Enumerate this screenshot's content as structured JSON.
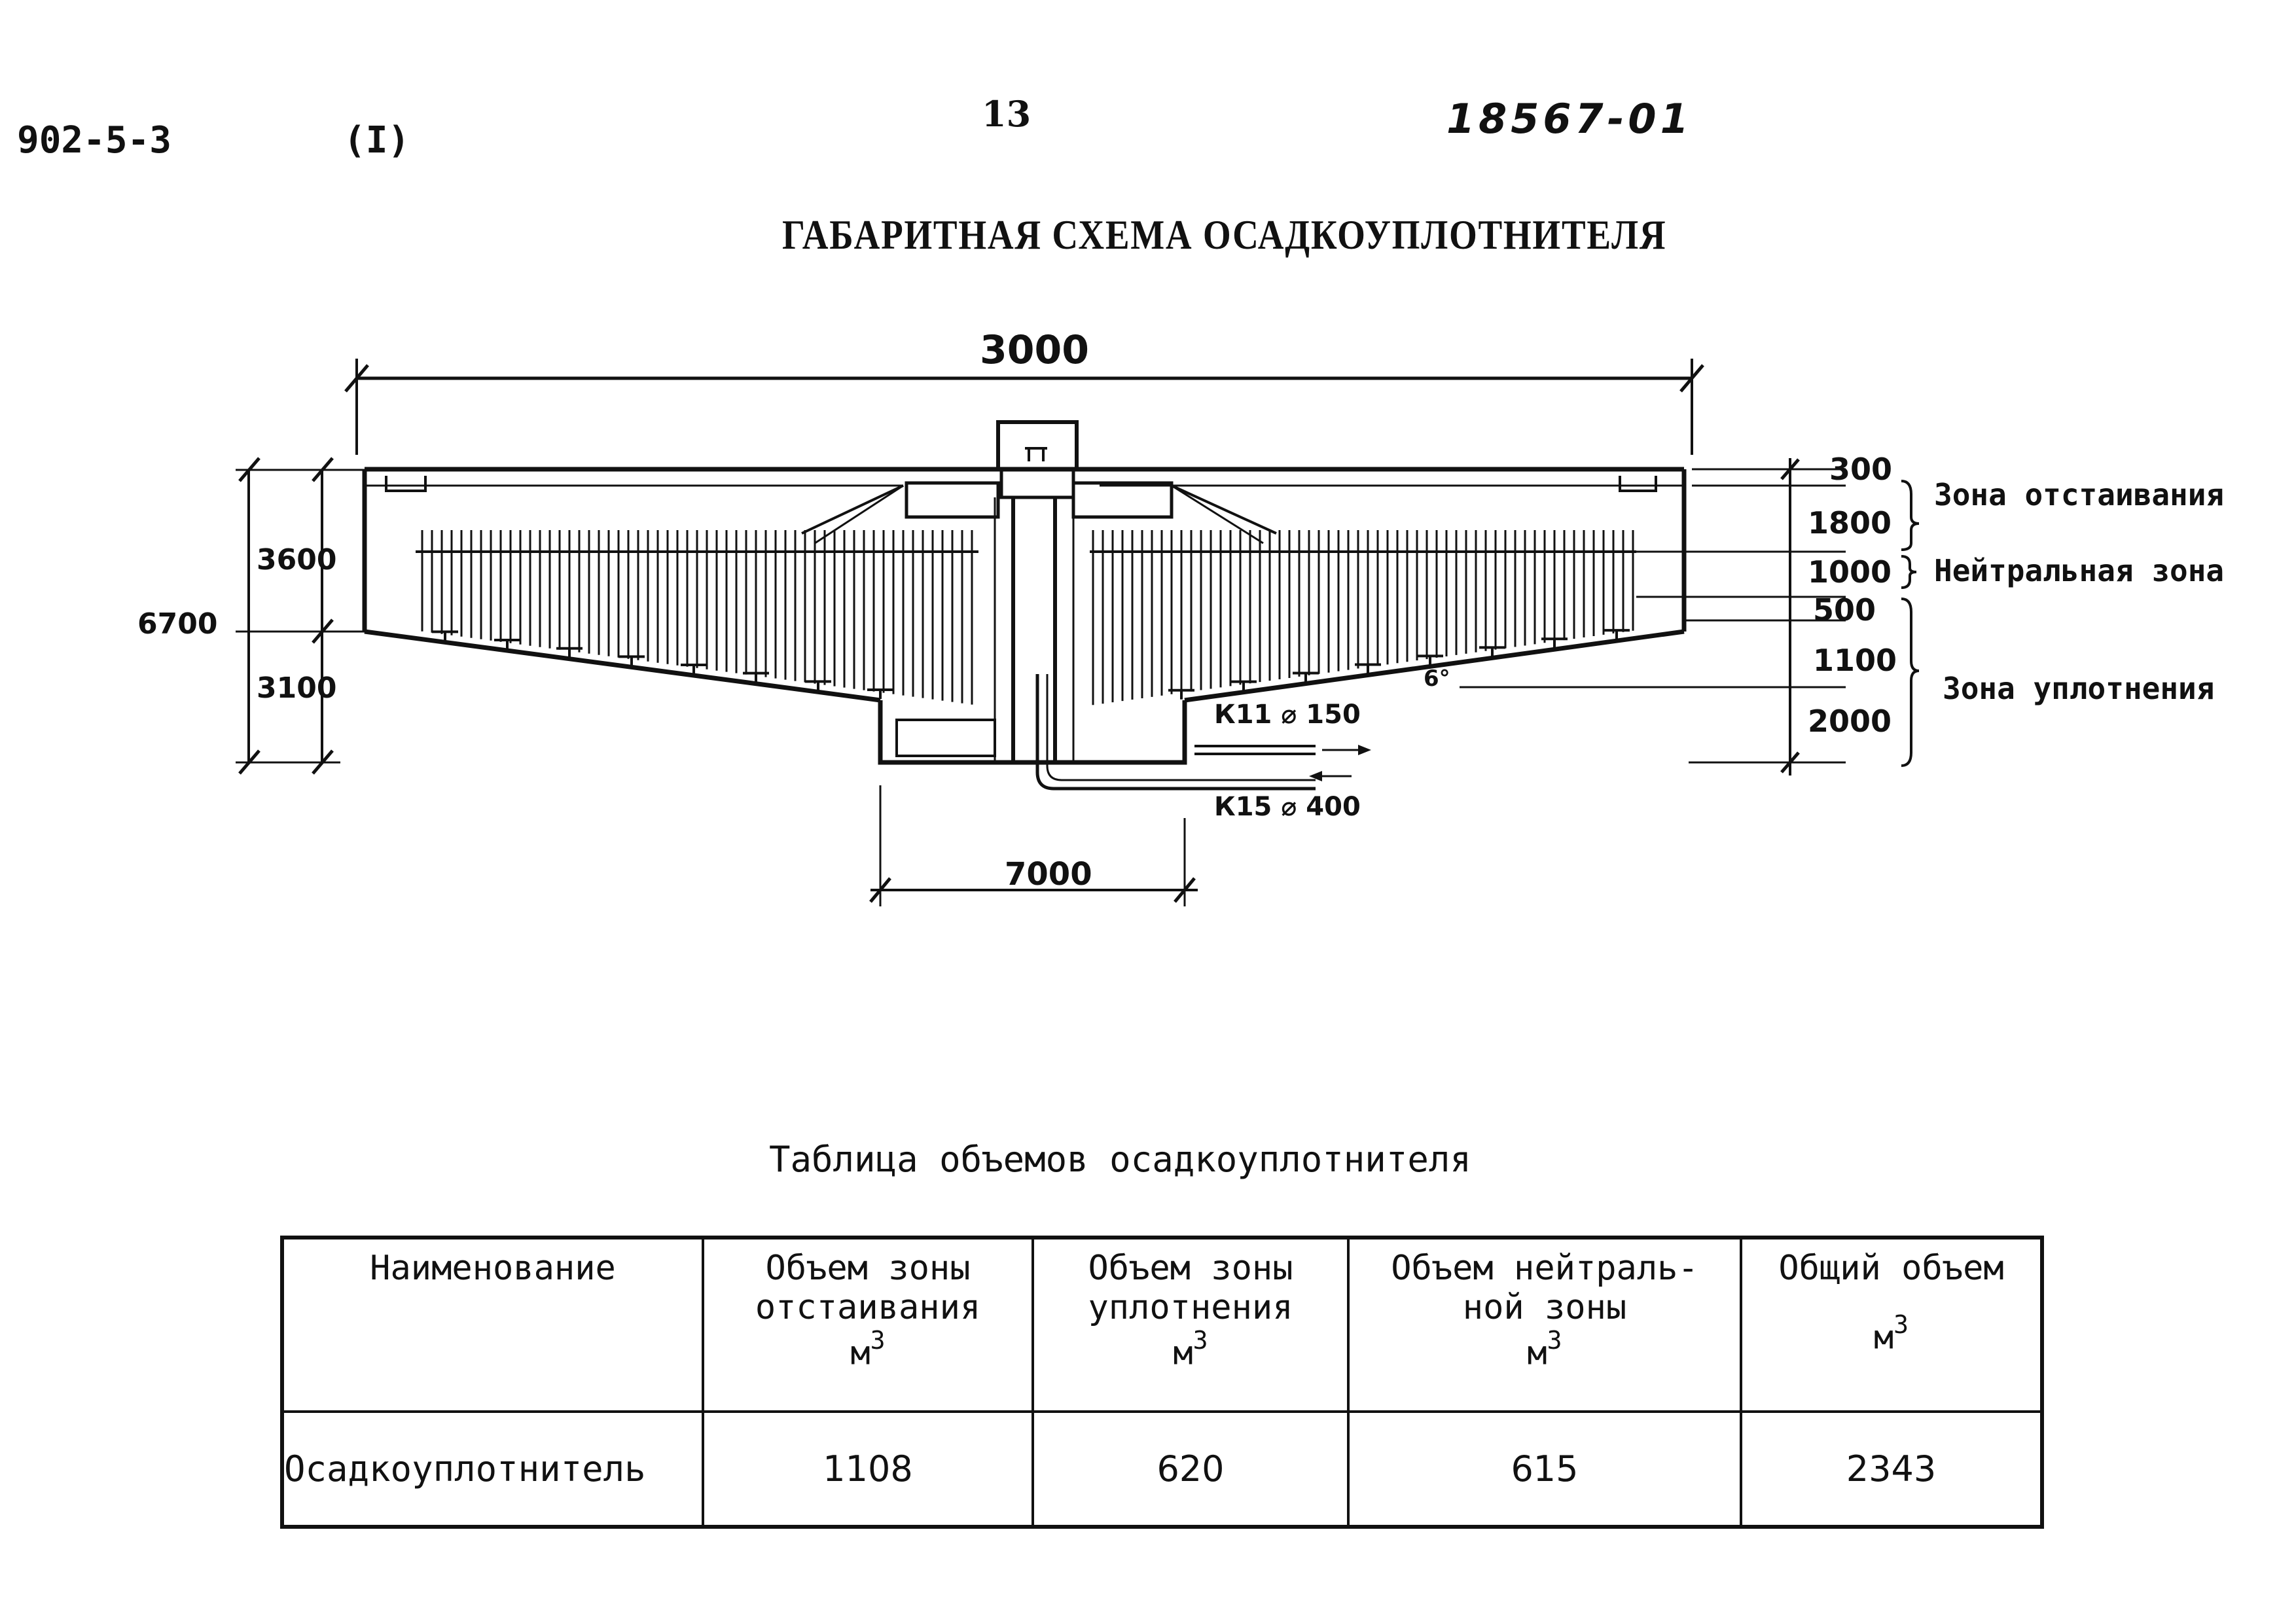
{
  "header": {
    "series": "902-5-3",
    "album": "(I)",
    "sheet": "13",
    "code": "18567-01"
  },
  "drawing": {
    "title": "ГАБАРИТНАЯ СХЕМА ОСАДКОУПЛОТНИТЕЛЯ",
    "dim_total_width": "3000",
    "dim_total_height": "6700",
    "dim_upper_height": "3600",
    "dim_lower_height": "3100",
    "dim_bottom_pit": "7000",
    "dim_right": [
      "300",
      "1800",
      "1000",
      "500",
      "1100",
      "2000"
    ],
    "slope": "6°",
    "pipe_upper": "К11 ⌀ 150",
    "pipe_lower": "К15 ⌀ 400",
    "zones": {
      "settling": "Зона отстаивания",
      "neutral": "Нейтральная зона",
      "compaction": "Зона уплотнения"
    }
  },
  "table": {
    "caption": "Таблица объемов осадкоуплотнителя",
    "headers": [
      {
        "text": "Наименование",
        "unit": ""
      },
      {
        "text": "Объем зоны отстаивания",
        "unit": "м"
      },
      {
        "text": "Объем зоны уплотнения",
        "unit": "м"
      },
      {
        "text": "Объем нейтраль- ной зоны",
        "unit": "м"
      },
      {
        "text": "Общий объем",
        "unit": "м"
      }
    ],
    "unit_power": "3",
    "row": {
      "name": "Осадкоуплотнитель",
      "settling": "1108",
      "compaction": "620",
      "neutral": "615",
      "total": "2343"
    }
  }
}
